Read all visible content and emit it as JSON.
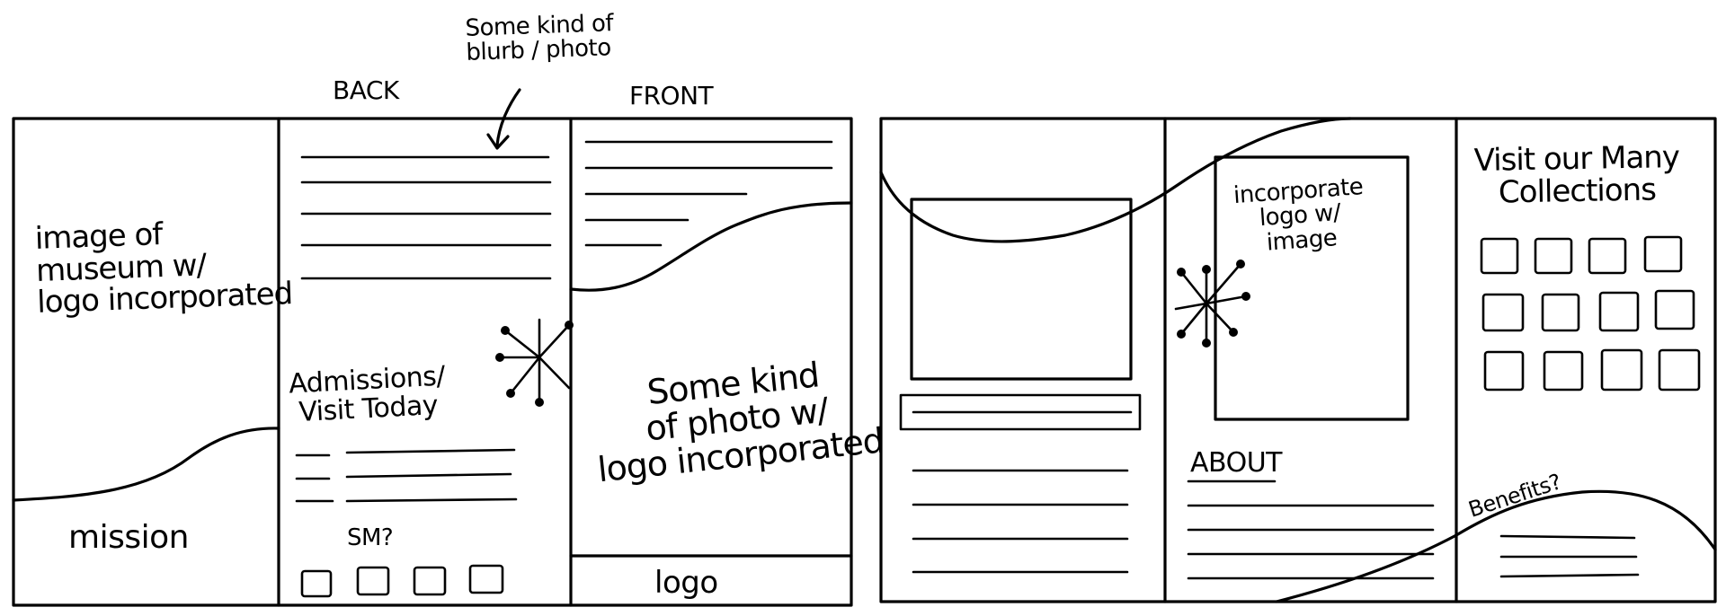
{
  "left_brochure": {
    "labels": {
      "back": "BACK",
      "front": "FRONT",
      "blurb_note": "Some kind of\nblurb / photo"
    },
    "panel1": {
      "image_note": "image of\nmuseum w/\nlogo incorporated",
      "mission": "mission"
    },
    "panel2": {
      "admissions": "Admissions/\nVisit Today",
      "social": "SM?"
    },
    "panel3": {
      "photo_note": "Some kind\nof photo w/\nlogo incorporated",
      "logo": "logo"
    }
  },
  "right_brochure": {
    "panel2": {
      "logo_note": "incorporate\nlogo w/\nimage",
      "about": "ABOUT"
    },
    "panel3": {
      "collections": "Visit our Many\nCollections",
      "benefits": "Benefits?"
    }
  }
}
